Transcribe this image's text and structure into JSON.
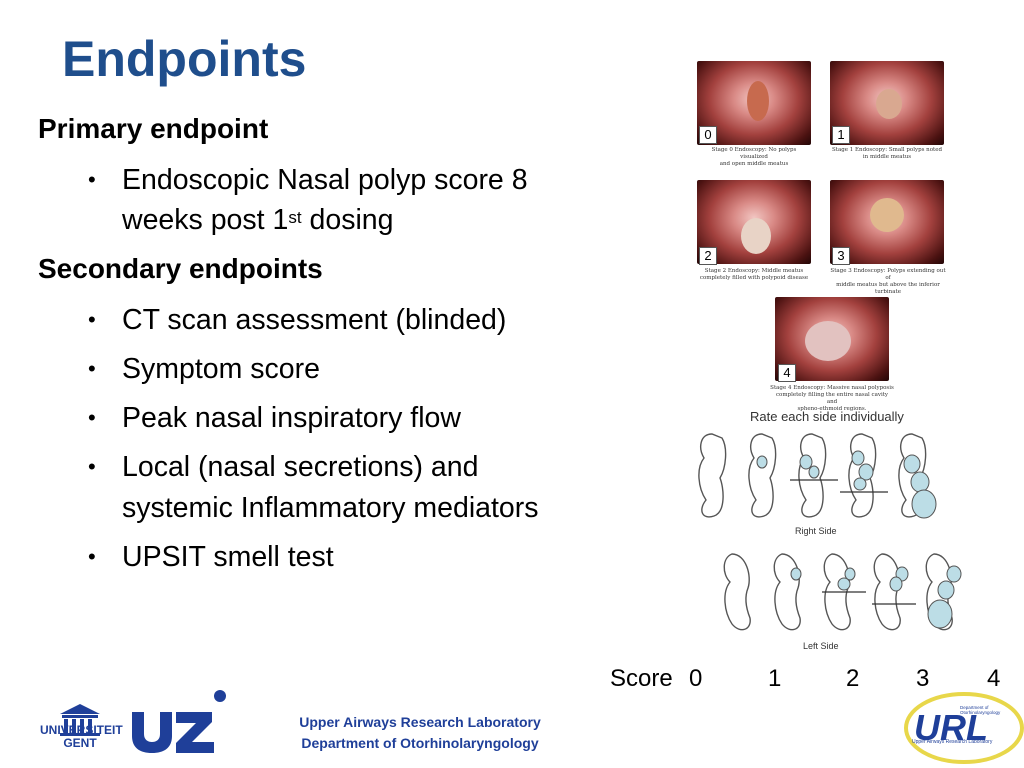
{
  "title": "Endpoints",
  "primary": {
    "heading": "Primary endpoint",
    "bullets": [
      {
        "line1": "Endoscopic  Nasal polyp score 8",
        "line2_pre": "weeks post 1",
        "line2_sup": "st",
        "line2_post": " dosing"
      }
    ]
  },
  "secondary": {
    "heading": "Secondary endpoints",
    "bullets": [
      {
        "text": "CT scan assessment (blinded)"
      },
      {
        "text": "Symptom score"
      },
      {
        "text": "Peak nasal inspiratory flow"
      },
      {
        "line1": "Local (nasal secretions) and",
        "line2": "systemic Inflammatory mediators"
      },
      {
        "text": "UPSIT smell test"
      }
    ]
  },
  "bullet_char": "•",
  "figure": {
    "stages": [
      {
        "num": "0",
        "caption1": "Stage 0 Endoscopy:  No polyps visualized",
        "caption2": "and open middle meatus"
      },
      {
        "num": "1",
        "caption1": "Stage 1 Endoscopy:  Small polyps noted",
        "caption2": "in middle meatus"
      },
      {
        "num": "2",
        "caption1": "Stage 2 Endoscopy:  Middle meatus",
        "caption2": "completely filled with polypoid disease"
      },
      {
        "num": "3",
        "caption1": "Stage 3 Endoscopy:  Polyps extending out of",
        "caption2": "middle meatus  but above the inferior turbinate"
      },
      {
        "num": "4",
        "caption1": "Stage 4 Endoscopy:  Massive nasal polyposis",
        "caption2": "completely filling the entire nasal cavity and",
        "caption3": "spheno-ethmoid regions."
      }
    ],
    "diagram_title": "Rate each side individually",
    "right_side_label": "Right Side",
    "left_side_label": "Left Side"
  },
  "score": {
    "label": "Score",
    "values": [
      "0",
      "1",
      "2",
      "3",
      "4"
    ]
  },
  "footer": {
    "lab": "Upper Airways Research Laboratory",
    "dept": "Department of Otorhinolaryngology",
    "ugent_line1": "UNIVERSITEIT",
    "ugent_line2": "GENT",
    "uz_text": "UZ",
    "url_text": "URL",
    "url_caption": "Upper Airways Research Laboratory",
    "url_caption2": "Department of Otorhinolaryngology"
  },
  "colors": {
    "title": "#1f4e8c",
    "footer_text": "#1f3f99",
    "polyp_fill": "#bcdde6",
    "url_ring": "#e8d74a"
  }
}
